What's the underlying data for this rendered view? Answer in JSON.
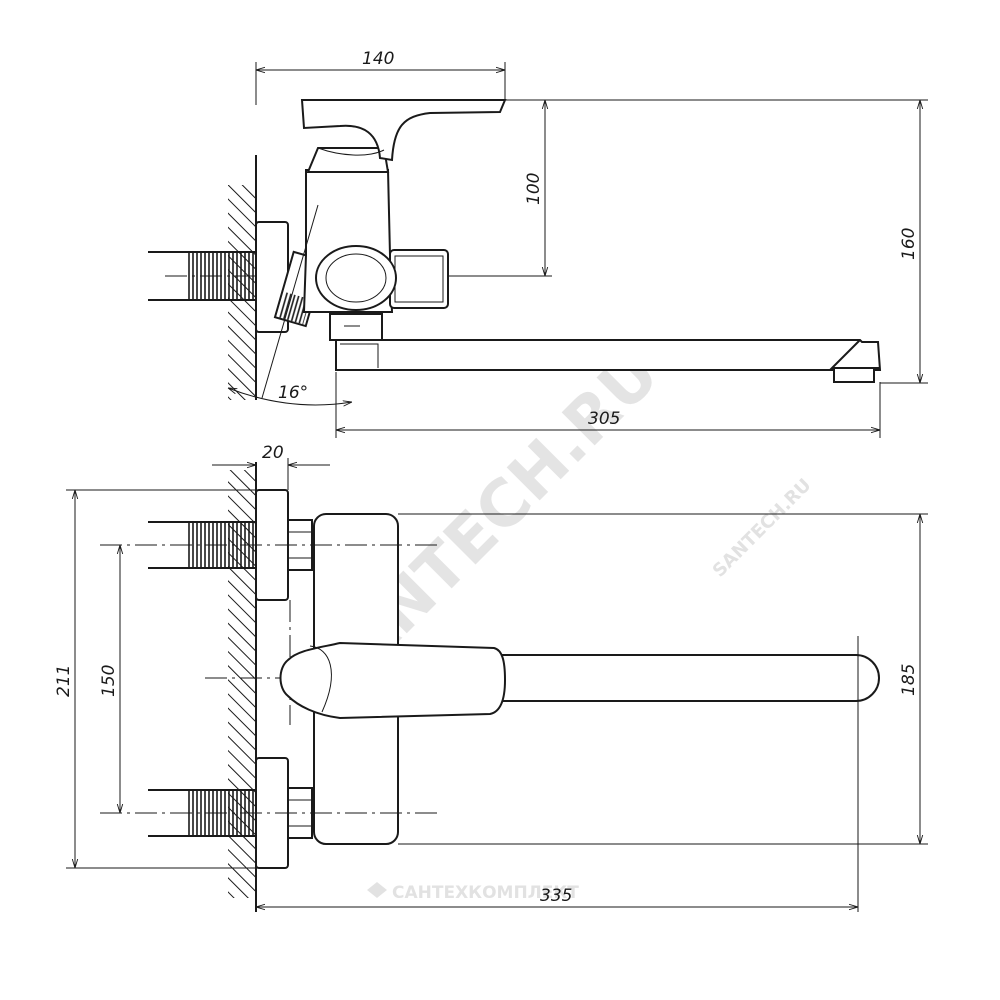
{
  "dimensions": {
    "top_width": "140",
    "top_height_handle": "100",
    "total_height": "160",
    "spout_length": "305",
    "angle": "16°",
    "wall_offset": "20",
    "total_span": "211",
    "connection_spacing": "150",
    "body_height": "185",
    "total_length": "335"
  },
  "watermarks": {
    "main": "SANTECH.RU",
    "small": "SANTECH.RU",
    "bottom": "САНТЕХКОМПЛЕКТ"
  },
  "colors": {
    "line": "#1a1a1a",
    "watermark": "#cfcfcf"
  }
}
